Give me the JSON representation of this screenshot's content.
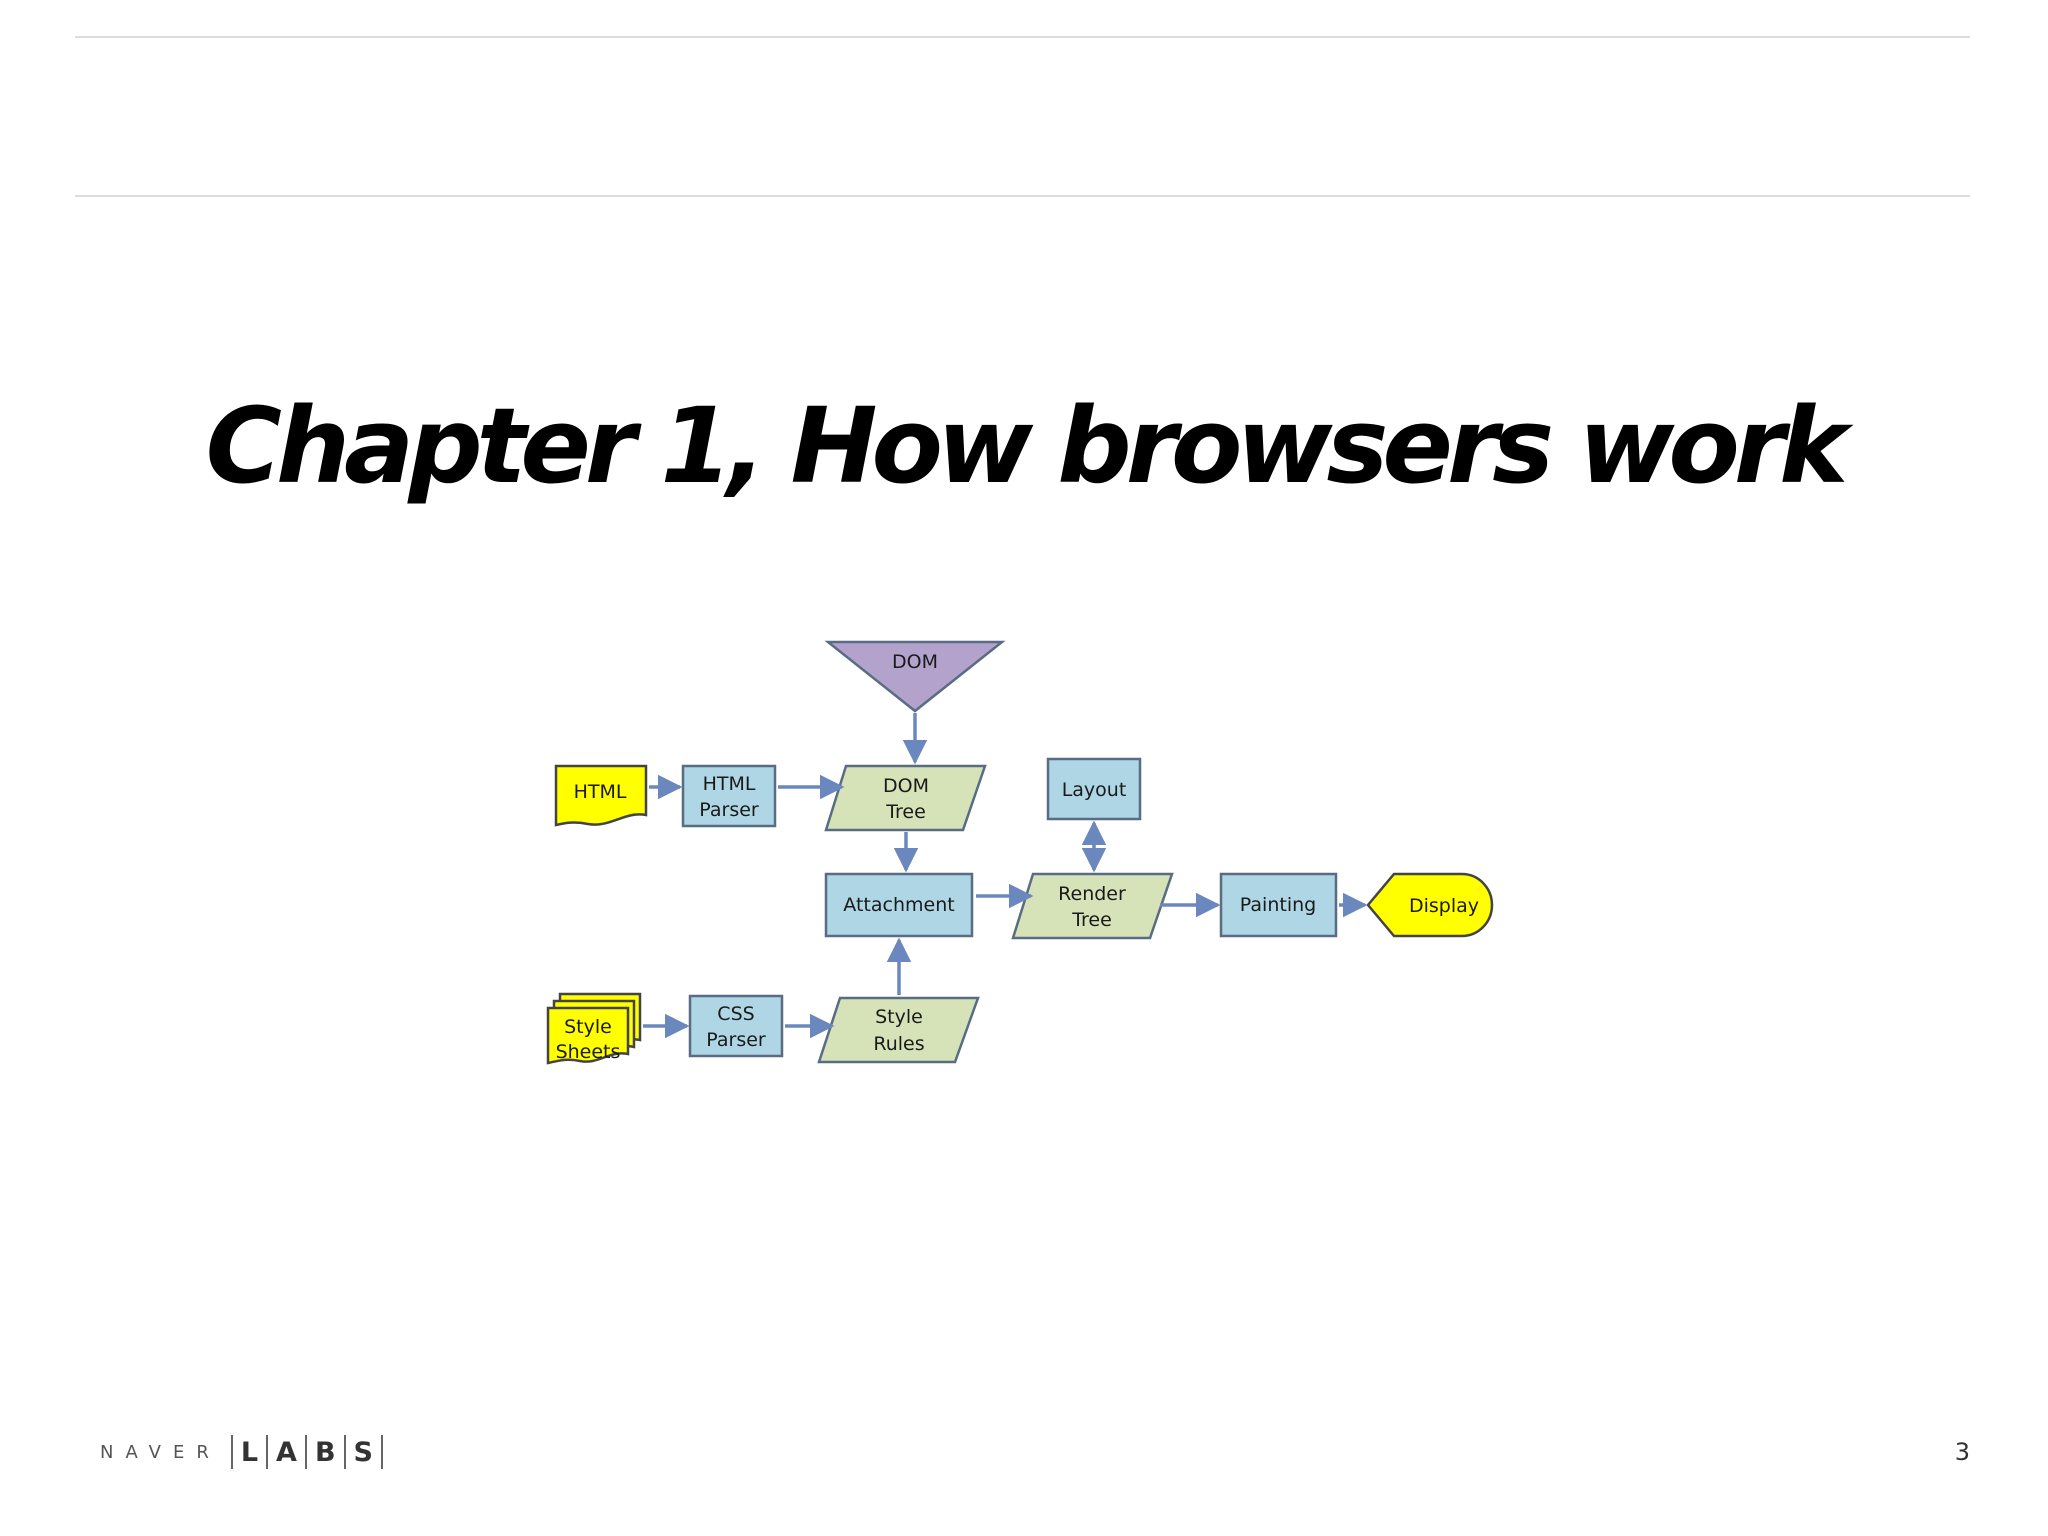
{
  "slide": {
    "title": "Chapter 1, How browsers work",
    "page_number": "3"
  },
  "footer": {
    "brand_left": "NAVER",
    "brand_right": [
      "L",
      "A",
      "B",
      "S"
    ]
  },
  "diagram": {
    "nodes": {
      "dom": "DOM",
      "html": "HTML",
      "html_parser": [
        "HTML",
        "Parser"
      ],
      "dom_tree": [
        "DOM",
        "Tree"
      ],
      "layout": "Layout",
      "attachment": "Attachment",
      "render_tree": [
        "Render",
        "Tree"
      ],
      "painting": "Painting",
      "display": "Display",
      "style_sheets": [
        "Style",
        "Sheets"
      ],
      "css_parser": [
        "CSS",
        "Parser"
      ],
      "style_rules": [
        "Style",
        "Rules"
      ]
    },
    "colors": {
      "process_fill": "#aed6e5",
      "data_fill": "#d6e3b8",
      "input_fill": "#ffff00",
      "merge_fill": "#b3a2cc",
      "stroke": "#5a6c84",
      "arrow": "#6b88be"
    }
  }
}
